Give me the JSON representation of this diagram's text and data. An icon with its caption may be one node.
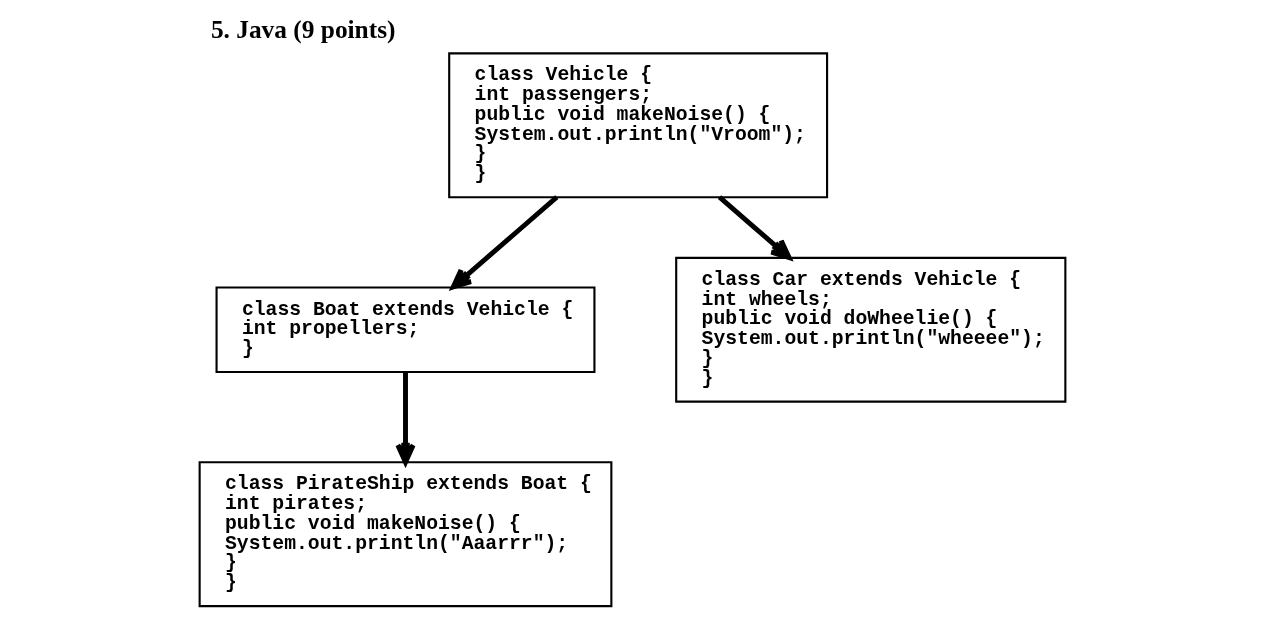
{
  "diagram": {
    "title": "5. Java (9 points)",
    "nodes": [
      {
        "text": [
          "class Vehicle {",
          "int passengers;",
          "public void makeNoise() {",
          "System.out.println(\"Vroom\");",
          "}",
          "}"
        ]
      },
      {
        "text": [
          "class Boat extends Vehicle {",
          "int propellers;",
          "}"
        ]
      },
      {
        "text": [
          "class Car extends Vehicle {",
          "int wheels;",
          "public void doWheelie() {",
          "System.out.println(\"wheeee\");",
          "}",
          "}"
        ]
      },
      {
        "text": [
          "class PirateShip extends Boat {",
          "int pirates;",
          "public void makeNoise() {",
          "System.out.println(\"Aaarrr\");",
          "}",
          "}"
        ]
      }
    ],
    "edges": [
      {
        "from": 0,
        "to": 1,
        "arrow": "to"
      },
      {
        "from": 0,
        "to": 2,
        "arrow": "to"
      },
      {
        "from": 1,
        "to": 3,
        "arrow": "to"
      }
    ]
  }
}
